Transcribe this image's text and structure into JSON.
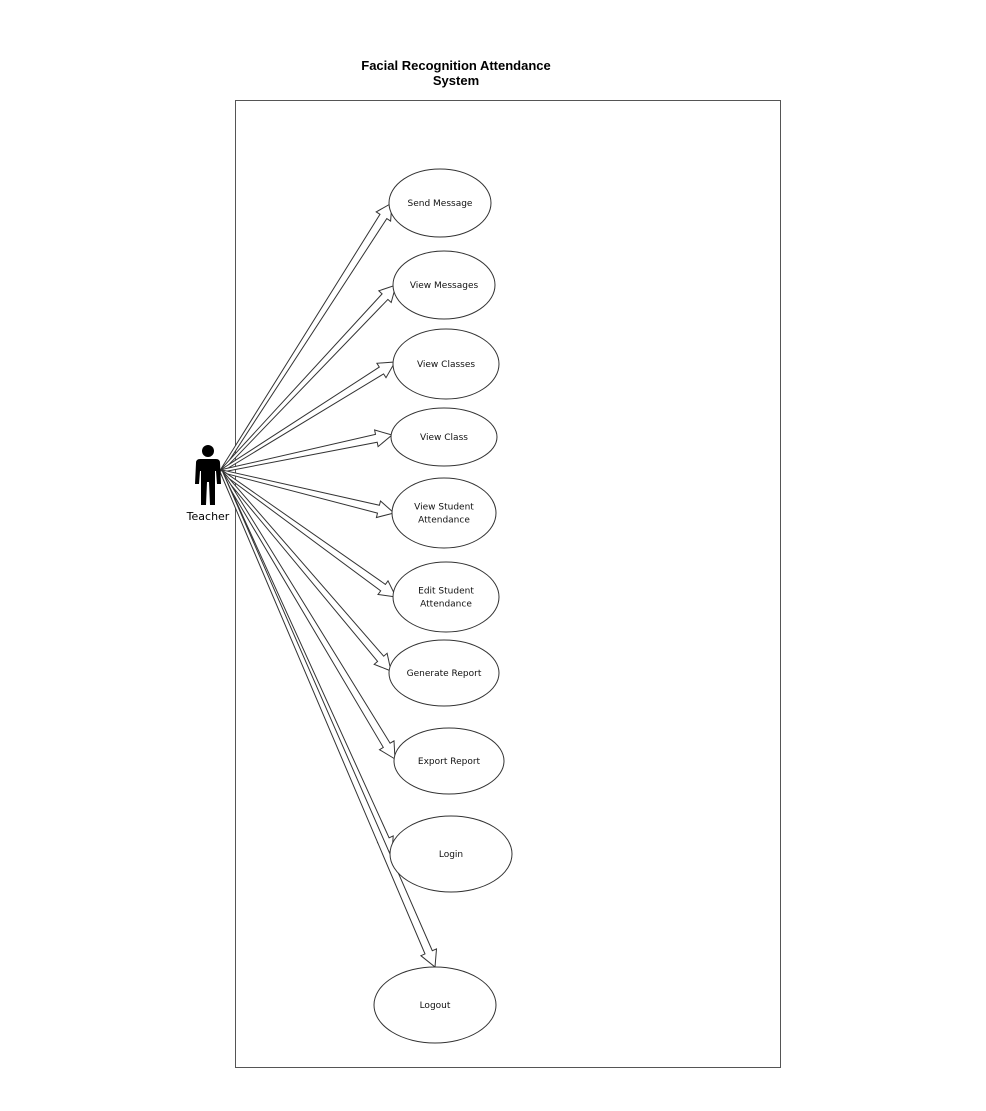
{
  "system": {
    "title_line1": "Facial Recognition Attendance",
    "title_line2": "System"
  },
  "actor": {
    "name": "Teacher",
    "icon": "person-icon"
  },
  "use_cases": [
    {
      "id": "send-message",
      "lines": [
        "Send Message"
      ]
    },
    {
      "id": "view-messages",
      "lines": [
        "View Messages"
      ]
    },
    {
      "id": "view-classes",
      "lines": [
        "View Classes"
      ]
    },
    {
      "id": "view-class",
      "lines": [
        "View Class"
      ]
    },
    {
      "id": "view-student-attendance",
      "lines": [
        "View Student",
        "Attendance"
      ]
    },
    {
      "id": "edit-student-attendance",
      "lines": [
        "Edit Student",
        "Attendance"
      ]
    },
    {
      "id": "generate-report",
      "lines": [
        "Generate Report"
      ]
    },
    {
      "id": "export-report",
      "lines": [
        "Export Report"
      ]
    },
    {
      "id": "login",
      "lines": [
        "Login"
      ]
    },
    {
      "id": "logout",
      "lines": [
        "Logout"
      ]
    }
  ],
  "relationships": [
    {
      "from": "Teacher",
      "to": "send-message"
    },
    {
      "from": "Teacher",
      "to": "view-messages"
    },
    {
      "from": "Teacher",
      "to": "view-classes"
    },
    {
      "from": "Teacher",
      "to": "view-class"
    },
    {
      "from": "Teacher",
      "to": "view-student-attendance"
    },
    {
      "from": "Teacher",
      "to": "edit-student-attendance"
    },
    {
      "from": "Teacher",
      "to": "generate-report"
    },
    {
      "from": "Teacher",
      "to": "export-report"
    },
    {
      "from": "Teacher",
      "to": "login"
    },
    {
      "from": "Teacher",
      "to": "logout"
    }
  ],
  "colors": {
    "stroke": "#333333",
    "fill": "#ffffff",
    "actor": "#000000"
  }
}
